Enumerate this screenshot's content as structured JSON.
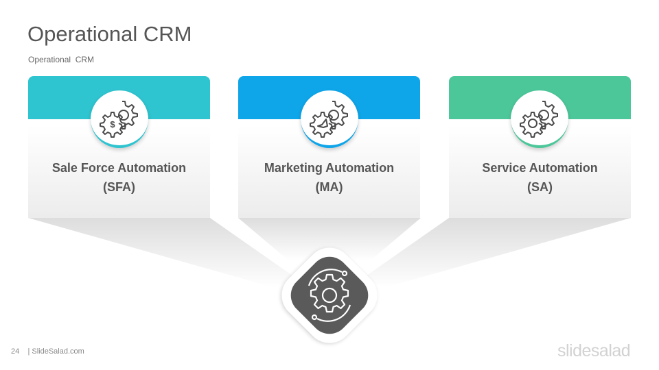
{
  "slide": {
    "title": "Operational CRM",
    "subtitle": "Operational  CRM"
  },
  "cards": [
    {
      "line1": "Sale Force Automation",
      "line2": "(SFA)",
      "color": "#2ec4d0",
      "icon": "gear-dollar-icon"
    },
    {
      "line1": "Marketing Automation",
      "line2": "(MA)",
      "color": "#0ea5e9",
      "icon": "gear-megaphone-icon"
    },
    {
      "line1": "Service Automation",
      "line2": "(SA)",
      "color": "#4cc79a",
      "icon": "gear-icon"
    }
  ],
  "center": {
    "icon": "gear-orbit-icon",
    "color": "#5a5a5a"
  },
  "footer": {
    "page": "24",
    "text": "24    | SlideSalad.com"
  },
  "brand": "slidesalad"
}
